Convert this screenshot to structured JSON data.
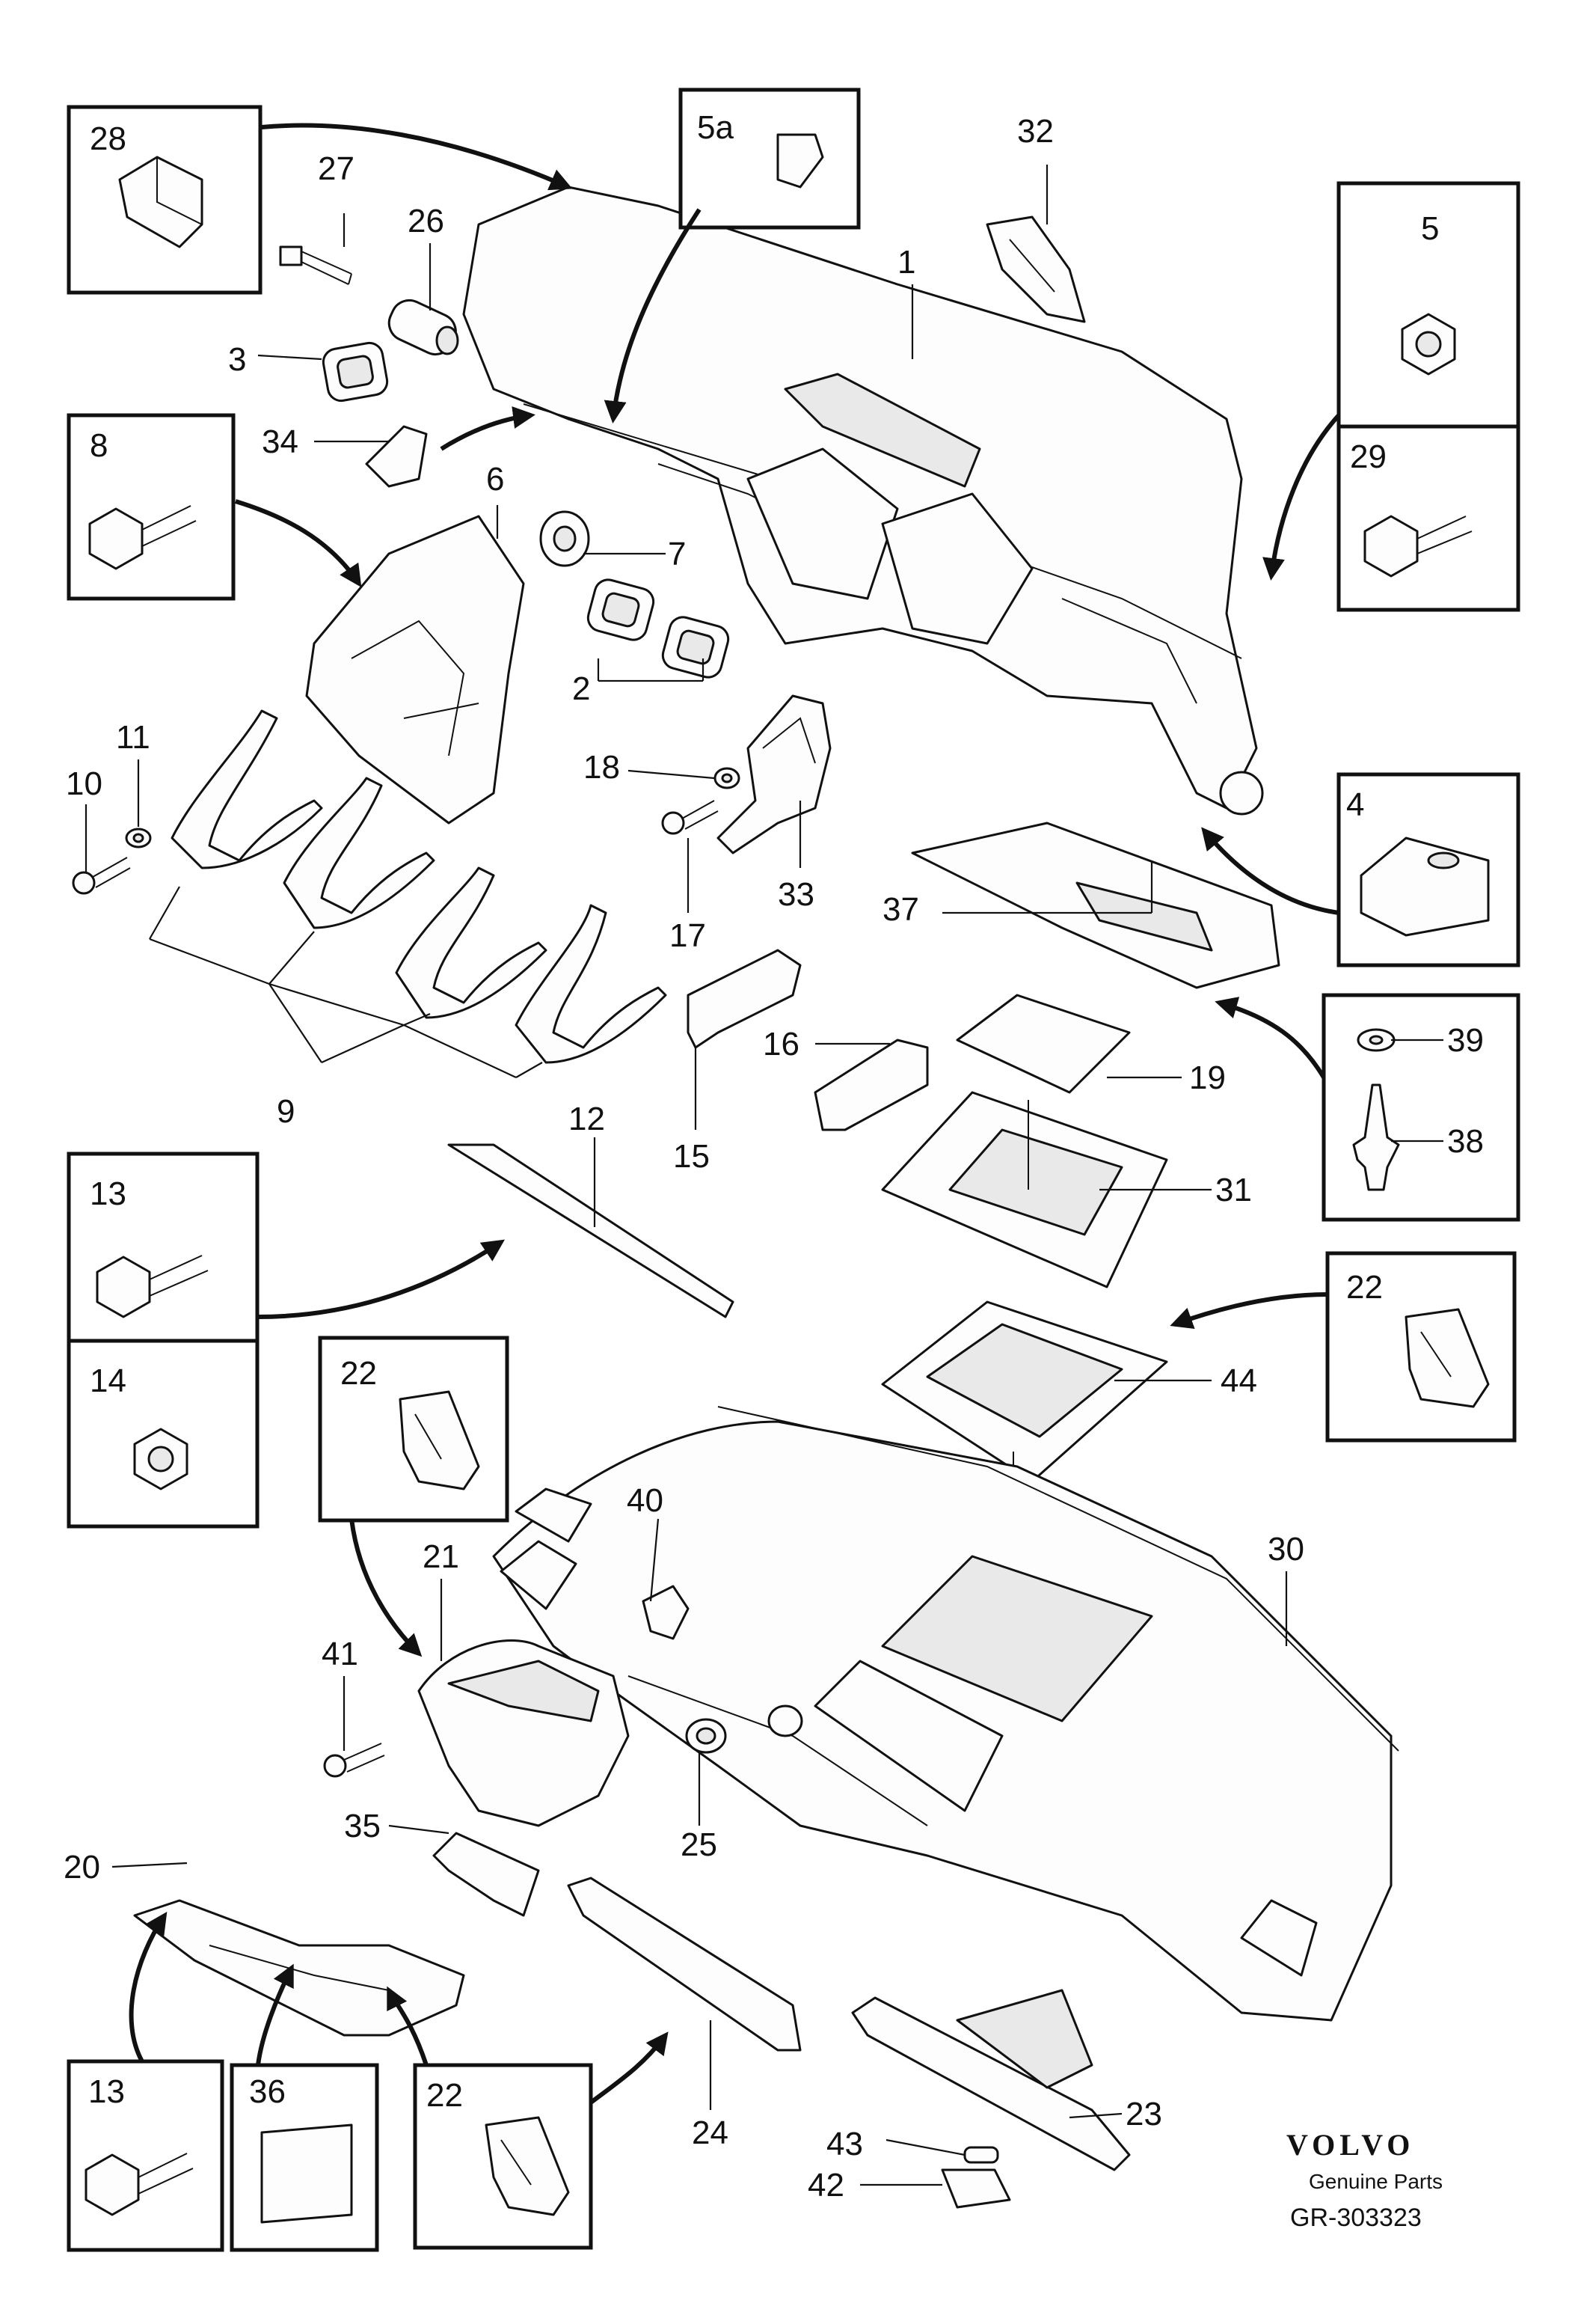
{
  "labels": {
    "l1": "1",
    "l2": "2",
    "l3": "3",
    "l4": "4",
    "l5": "5",
    "l5a": "5a",
    "l6": "6",
    "l7": "7",
    "l8": "8",
    "l9": "9",
    "l10": "10",
    "l11": "11",
    "l12": "12",
    "l13a": "13",
    "l13b": "13",
    "l14": "14",
    "l15": "15",
    "l16": "16",
    "l17": "17",
    "l18": "18",
    "l19": "19",
    "l20": "20",
    "l21": "21",
    "l22a": "22",
    "l22b": "22",
    "l22c": "22",
    "l23": "23",
    "l24": "24",
    "l25": "25",
    "l26": "26",
    "l27": "27",
    "l28": "28",
    "l29": "29",
    "l30": "30",
    "l31": "31",
    "l32": "32",
    "l33": "33",
    "l34": "34",
    "l35": "35",
    "l36": "36",
    "l37": "37",
    "l38": "38",
    "l39": "39",
    "l40": "40",
    "l41": "41",
    "l42": "42",
    "l43": "43",
    "l44": "44"
  },
  "brand": {
    "logo_text": "VOLVO",
    "tagline": "Genuine Parts",
    "reference": "GR-303323"
  }
}
